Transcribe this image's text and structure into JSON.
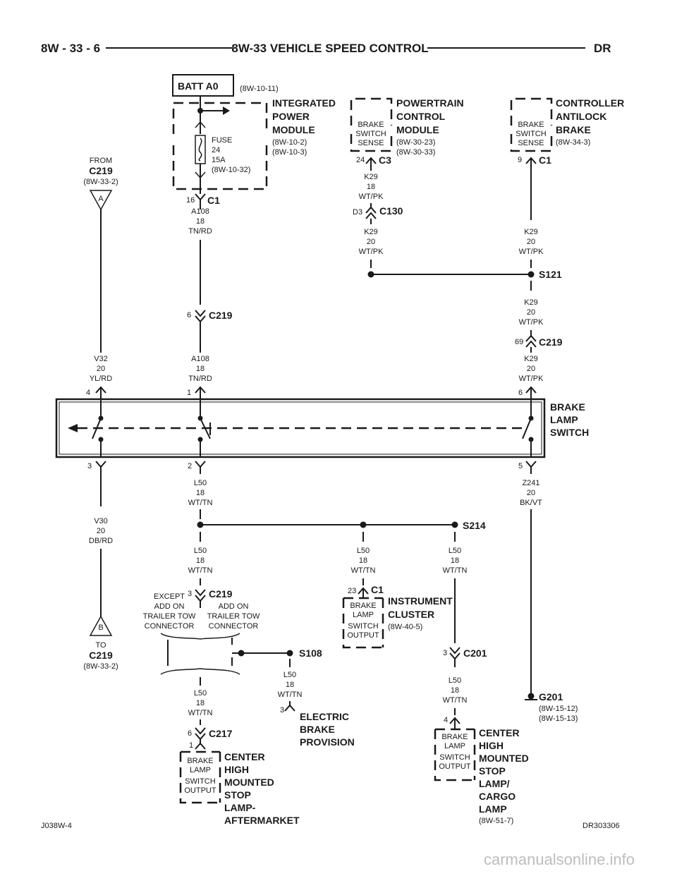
{
  "header": {
    "left": "8W - 33 - 6",
    "title": "8W-33 VEHICLE SPEED CONTROL",
    "right": "DR"
  },
  "footer": {
    "left": "J038W-4",
    "right": "DR303306"
  },
  "watermark": "carmanualsonline.info",
  "batt": {
    "label": "BATT A0",
    "ref": "(8W-10-11)"
  },
  "ipm": {
    "title": [
      "INTEGRATED",
      "POWER",
      "MODULE"
    ],
    "refs": [
      "(8W-10-2)",
      "(8W-10-3)"
    ],
    "fuse": [
      "FUSE",
      "24",
      "15A",
      "(8W-10-32)"
    ],
    "pin": "16",
    "conn": "C1"
  },
  "pcm": {
    "title": [
      "POWERTRAIN",
      "CONTROL",
      "MODULE"
    ],
    "refs": [
      "(8W-30-23)",
      "(8W-30-33)"
    ],
    "inner": [
      "BRAKE",
      "SWITCH",
      "SENSE"
    ],
    "pin": "24",
    "conn": "C3"
  },
  "cab": {
    "title": [
      "CONTROLLER",
      "ANTILOCK",
      "BRAKE"
    ],
    "refs": [
      "(8W-34-3)"
    ],
    "inner": [
      "BRAKE",
      "SWITCH",
      "SENSE"
    ],
    "pin": "9",
    "conn": "C1"
  },
  "from": {
    "label": "FROM",
    "conn": "C219",
    "ref": "(8W-33-2)",
    "letter": "A"
  },
  "to": {
    "label": "TO",
    "conn": "C219",
    "ref": "(8W-33-2)",
    "letter": "B"
  },
  "wires": {
    "a108_top": [
      "A108",
      "18",
      "TN/RD"
    ],
    "a108_bot": [
      "A108",
      "18",
      "TN/RD"
    ],
    "k29_pcm": [
      "K29",
      "18",
      "WT/PK"
    ],
    "k29_c130": [
      "K29",
      "20",
      "WT/PK"
    ],
    "k29_cab": [
      "K29",
      "20",
      "WT/PK"
    ],
    "k29_s121": [
      "K29",
      "20",
      "WT/PK"
    ],
    "k29_c219": [
      "K29",
      "20",
      "WT/PK"
    ],
    "v32": [
      "V32",
      "20",
      "YL/RD"
    ],
    "v30": [
      "V30",
      "20",
      "DB/RD"
    ],
    "l50_sw": [
      "L50",
      "18",
      "WT/TN"
    ],
    "l50_left": [
      "L50",
      "18",
      "WT/TN"
    ],
    "l50_mid": [
      "L50",
      "18",
      "WT/TN"
    ],
    "l50_right": [
      "L50",
      "18",
      "WT/TN"
    ],
    "l50_s108": [
      "L50",
      "18",
      "WT/TN"
    ],
    "l50_c217": [
      "L50",
      "18",
      "WT/TN"
    ],
    "l50_c201": [
      "L50",
      "18",
      "WT/TN"
    ],
    "z241": [
      "Z241",
      "20",
      "BK/VT"
    ]
  },
  "connectors": {
    "c219_a108": {
      "pin": "6",
      "name": "C219"
    },
    "c130": {
      "pin": "D3",
      "name": "C130"
    },
    "c219_k29": {
      "pin": "69",
      "name": "C219"
    },
    "c219_low": {
      "pin": "3",
      "name": "C219"
    },
    "c217": {
      "pin_top": "6",
      "pin_bot": "1",
      "name": "C217"
    },
    "c201": {
      "pin": "3",
      "name": "C201"
    },
    "ic_c1": {
      "pin": "23",
      "name": "C1"
    },
    "ebp_pin": "3",
    "chmsl_cargo_pin": "4"
  },
  "splices": {
    "s121": "S121",
    "s214": "S214",
    "s108": "S108"
  },
  "ground": {
    "name": "G201",
    "refs": [
      "(8W-15-12)",
      "(8W-15-13)"
    ]
  },
  "switch": {
    "title": [
      "BRAKE",
      "LAMP",
      "SWITCH"
    ],
    "pins_top": [
      "4",
      "1",
      "6"
    ],
    "pins_bot": [
      "3",
      "2",
      "5"
    ]
  },
  "trailer": {
    "except": [
      "EXCEPT",
      "ADD ON",
      "TRAILER TOW",
      "CONNECTOR"
    ],
    "with": [
      "ADD ON",
      "TRAILER TOW",
      "CONNECTOR"
    ]
  },
  "ic": {
    "title": [
      "INSTRUMENT",
      "CLUSTER"
    ],
    "ref": "(8W-40-5)",
    "inner": [
      "BRAKE",
      "LAMP",
      "SWITCH",
      "OUTPUT"
    ]
  },
  "ebp": {
    "title": [
      "ELECTRIC",
      "BRAKE",
      "PROVISION"
    ]
  },
  "chmsl_after": {
    "title": [
      "CENTER",
      "HIGH",
      "MOUNTED",
      "STOP",
      "LAMP-",
      "AFTERMARKET"
    ],
    "inner": [
      "BRAKE",
      "LAMP",
      "SWITCH",
      "OUTPUT"
    ]
  },
  "chmsl_cargo": {
    "title": [
      "CENTER",
      "HIGH",
      "MOUNTED",
      "STOP",
      "LAMP/",
      "CARGO",
      "LAMP"
    ],
    "ref": "(8W-51-7)",
    "inner": [
      "BRAKE",
      "LAMP",
      "SWITCH",
      "OUTPUT"
    ]
  }
}
